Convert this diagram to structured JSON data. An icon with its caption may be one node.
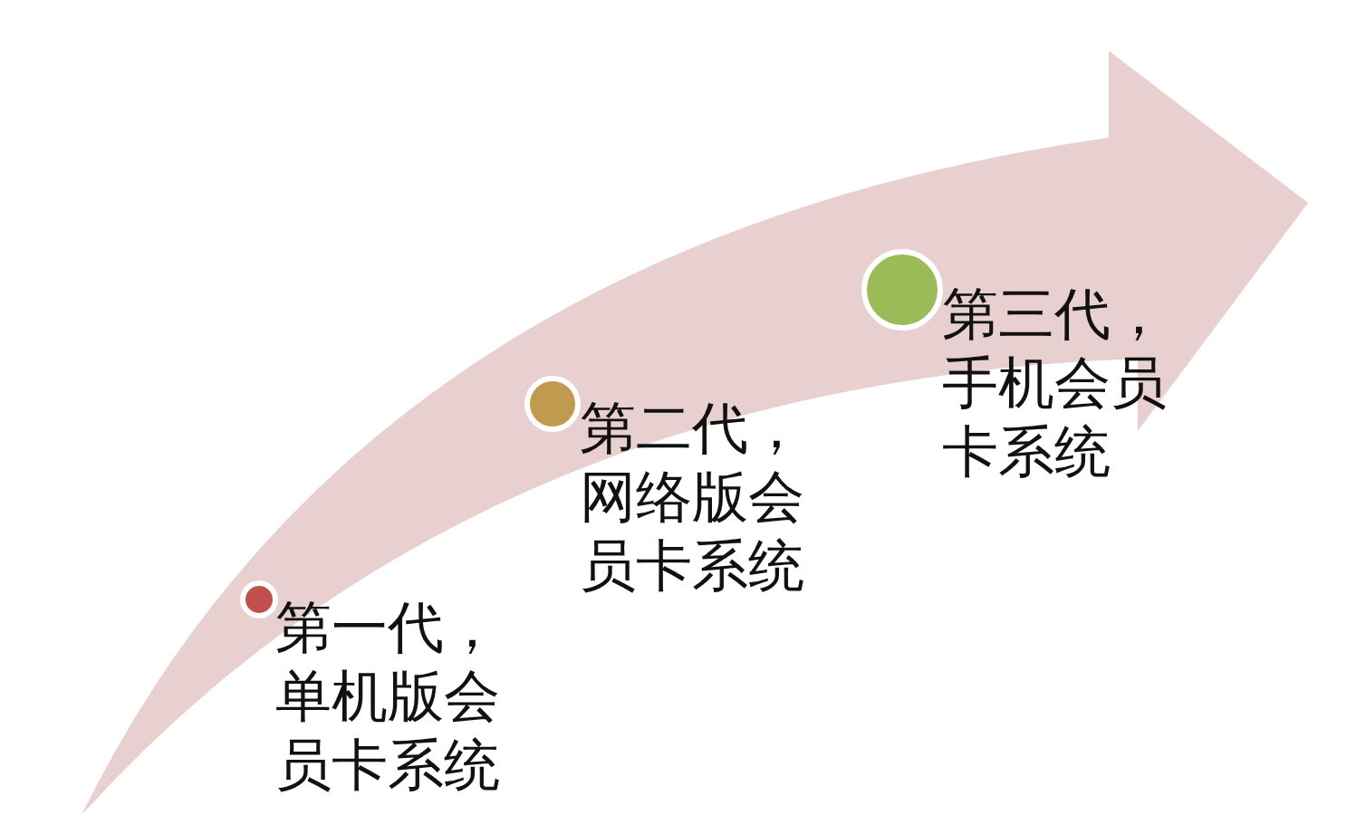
{
  "diagram": {
    "nodes": [
      {
        "text": [
          "第一代，单机版会员卡系统"
        ]
      },
      {
        "text": [
          "第二代，网络版会员卡系统"
        ]
      },
      {
        "text": [
          "第三代，手机会员卡系统"
        ]
      }
    ]
  }
}
